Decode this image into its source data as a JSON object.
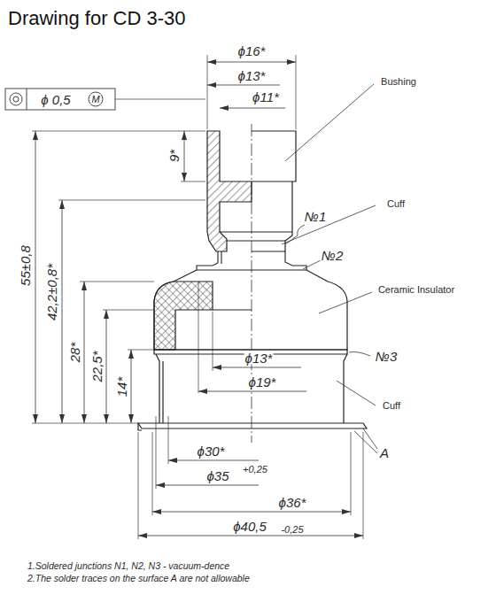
{
  "diagram": {
    "title": "Drawing for CD 3-30",
    "labels": [
      "ϕ16*",
      "ϕ13*",
      "ϕ11*",
      "ϕ 0,5",
      "M",
      "Bushing",
      "9*",
      "55±0,8",
      "42,2±0,8*",
      "28*",
      "22,5*",
      "14*",
      "Cuff",
      "№1",
      "№2",
      "Ceramic Insulator",
      "ϕ13*",
      "№3",
      "ϕ19*",
      "Cuff",
      "A",
      "ϕ30*",
      "ϕ35",
      "+0,25",
      "ϕ36*",
      "ϕ40,5",
      "-0,25",
      "1.Soldered junctions N1, N2, N3 - vacuum-dence",
      "2.The solder traces on the surface A are not allowable"
    ]
  }
}
